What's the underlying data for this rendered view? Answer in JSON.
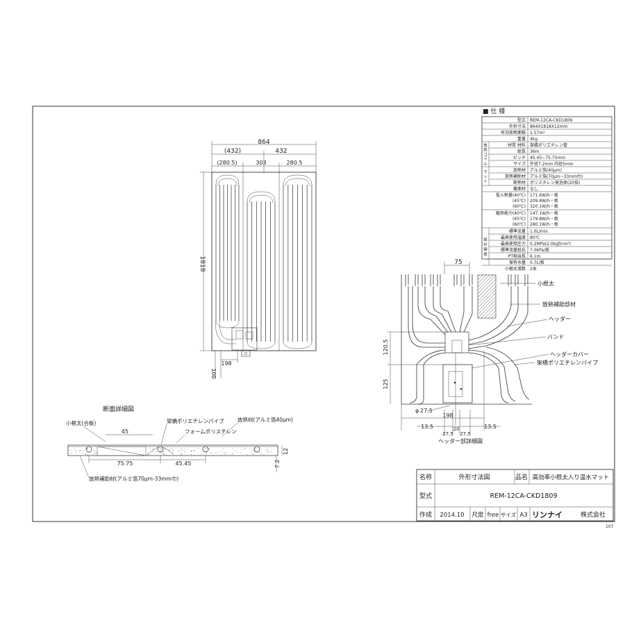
{
  "spec": {
    "title": "■ 仕 様",
    "rows": [
      {
        "group": "",
        "label": "型式",
        "value": "REM-12CA-CKD1809"
      },
      {
        "group": "",
        "label": "外形寸法",
        "value": "864X1818X12mm"
      },
      {
        "group": "",
        "label": "有効放熱面積",
        "value": "1.57m²"
      },
      {
        "group": "",
        "label": "重量",
        "value": "4kg"
      },
      {
        "group": "放熱コイル",
        "label": "材質 材料",
        "value": "架橋ポリエチレン管"
      },
      {
        "group": "放熱コイル",
        "label": "総長",
        "value": "36m"
      },
      {
        "group": "放熱コイル",
        "label": "ピッチ",
        "value": "45.45~75.75mm"
      },
      {
        "group": "放熱コイル",
        "label": "サイズ",
        "value": "外径7.2mm 内径5mm"
      },
      {
        "group": "マット",
        "label": "放熱材",
        "value": "アルミ箔(40μm)"
      },
      {
        "group": "マット",
        "label": "放熱補助材",
        "value": "アルミ箔(70μm~33mm巾)"
      },
      {
        "group": "マット",
        "label": "断熱材",
        "value": "ポリスチレン発泡体(20倍)"
      },
      {
        "group": "",
        "label": "裏面材",
        "value": "なし"
      },
      {
        "group": "",
        "label": "投入熱量(40℃)\n(45℃)\n(60℃)",
        "value": "171.6W/h・枚\n209.8W/h・枚\n320.1W/h・枚"
      },
      {
        "group": "",
        "label": "暖房能力(40℃)\n(45℃)\n(60℃)",
        "value": "147.1W/h・枚\n179.8W/h・枚\n280.1W/h・枚"
      },
      {
        "group": "設計関係",
        "label": "標準流量",
        "value": "1.0L/min"
      },
      {
        "group": "設計関係",
        "label": "最高使用温度",
        "value": "80℃"
      },
      {
        "group": "設計関係",
        "label": "最高使用圧力",
        "value": "0.2MPa(2.0kgf/cm²)"
      },
      {
        "group": "設計関係",
        "label": "標準流量抵抗",
        "value": "7.0kPa/枚"
      },
      {
        "group": "設計関係",
        "label": "PT相当長",
        "value": "6.1m"
      },
      {
        "group": "設計関係",
        "label": "保有水量",
        "value": "0.7L/枚"
      },
      {
        "group": "",
        "label": "小根太満数",
        "value": "2本"
      }
    ]
  },
  "plan": {
    "dims": {
      "overall_width": "864",
      "half_left": "(432)",
      "half_right": "432",
      "seg_left": "(280.5)",
      "seg_mid": "303",
      "seg_right": "280.5",
      "height": "1818",
      "bottom_width": "198",
      "bottom_height": "100"
    }
  },
  "detail": {
    "labels": {
      "koneta": "小根太",
      "support": "放熱補助部材",
      "header": "ヘッダー",
      "band": "バンド",
      "header_cover": "ヘッダーカバー",
      "pipe": "架橋ポリエチレンパイプ",
      "title": "ヘッダー部詳細図"
    },
    "dims": {
      "top": "75",
      "h1": "120.5",
      "h2": "125",
      "dia": "27.5",
      "width": "198",
      "left": "13.5",
      "mid": "20",
      "right": "13.5",
      "sub_left": "27.5",
      "sub_right": "27.5"
    }
  },
  "section": {
    "title": "断面詳細図",
    "labels": {
      "koneta": "小根太(合板)",
      "pipe": "架橋ポリエチレンパイプ",
      "radiator": "放熱材(アルミ箔40μm)",
      "foam": "フォームポリスチレン",
      "support": "放熱補助材(アルミ箔70μm-33mm巾)"
    },
    "dims": {
      "top_gap": "45",
      "pitch_a": "75.75",
      "pitch_b": "45.45",
      "thk": "12",
      "pipe_dia": "7.2"
    }
  },
  "title_block": {
    "name_label": "名称",
    "name_value": "外形寸法図",
    "product_label": "品名",
    "product_value": "高効率小根太入り温水マット",
    "model_label": "型式",
    "model_value": "REM-12CA-CKD1809",
    "made_label": "作成",
    "date": "2014.10",
    "scale_label": "尺度",
    "scale_value": "free",
    "size_label": "サイズ",
    "size_value": "A3",
    "company_brand": "リンナイ",
    "company_suffix": "株式会社",
    "page_code": "107"
  }
}
